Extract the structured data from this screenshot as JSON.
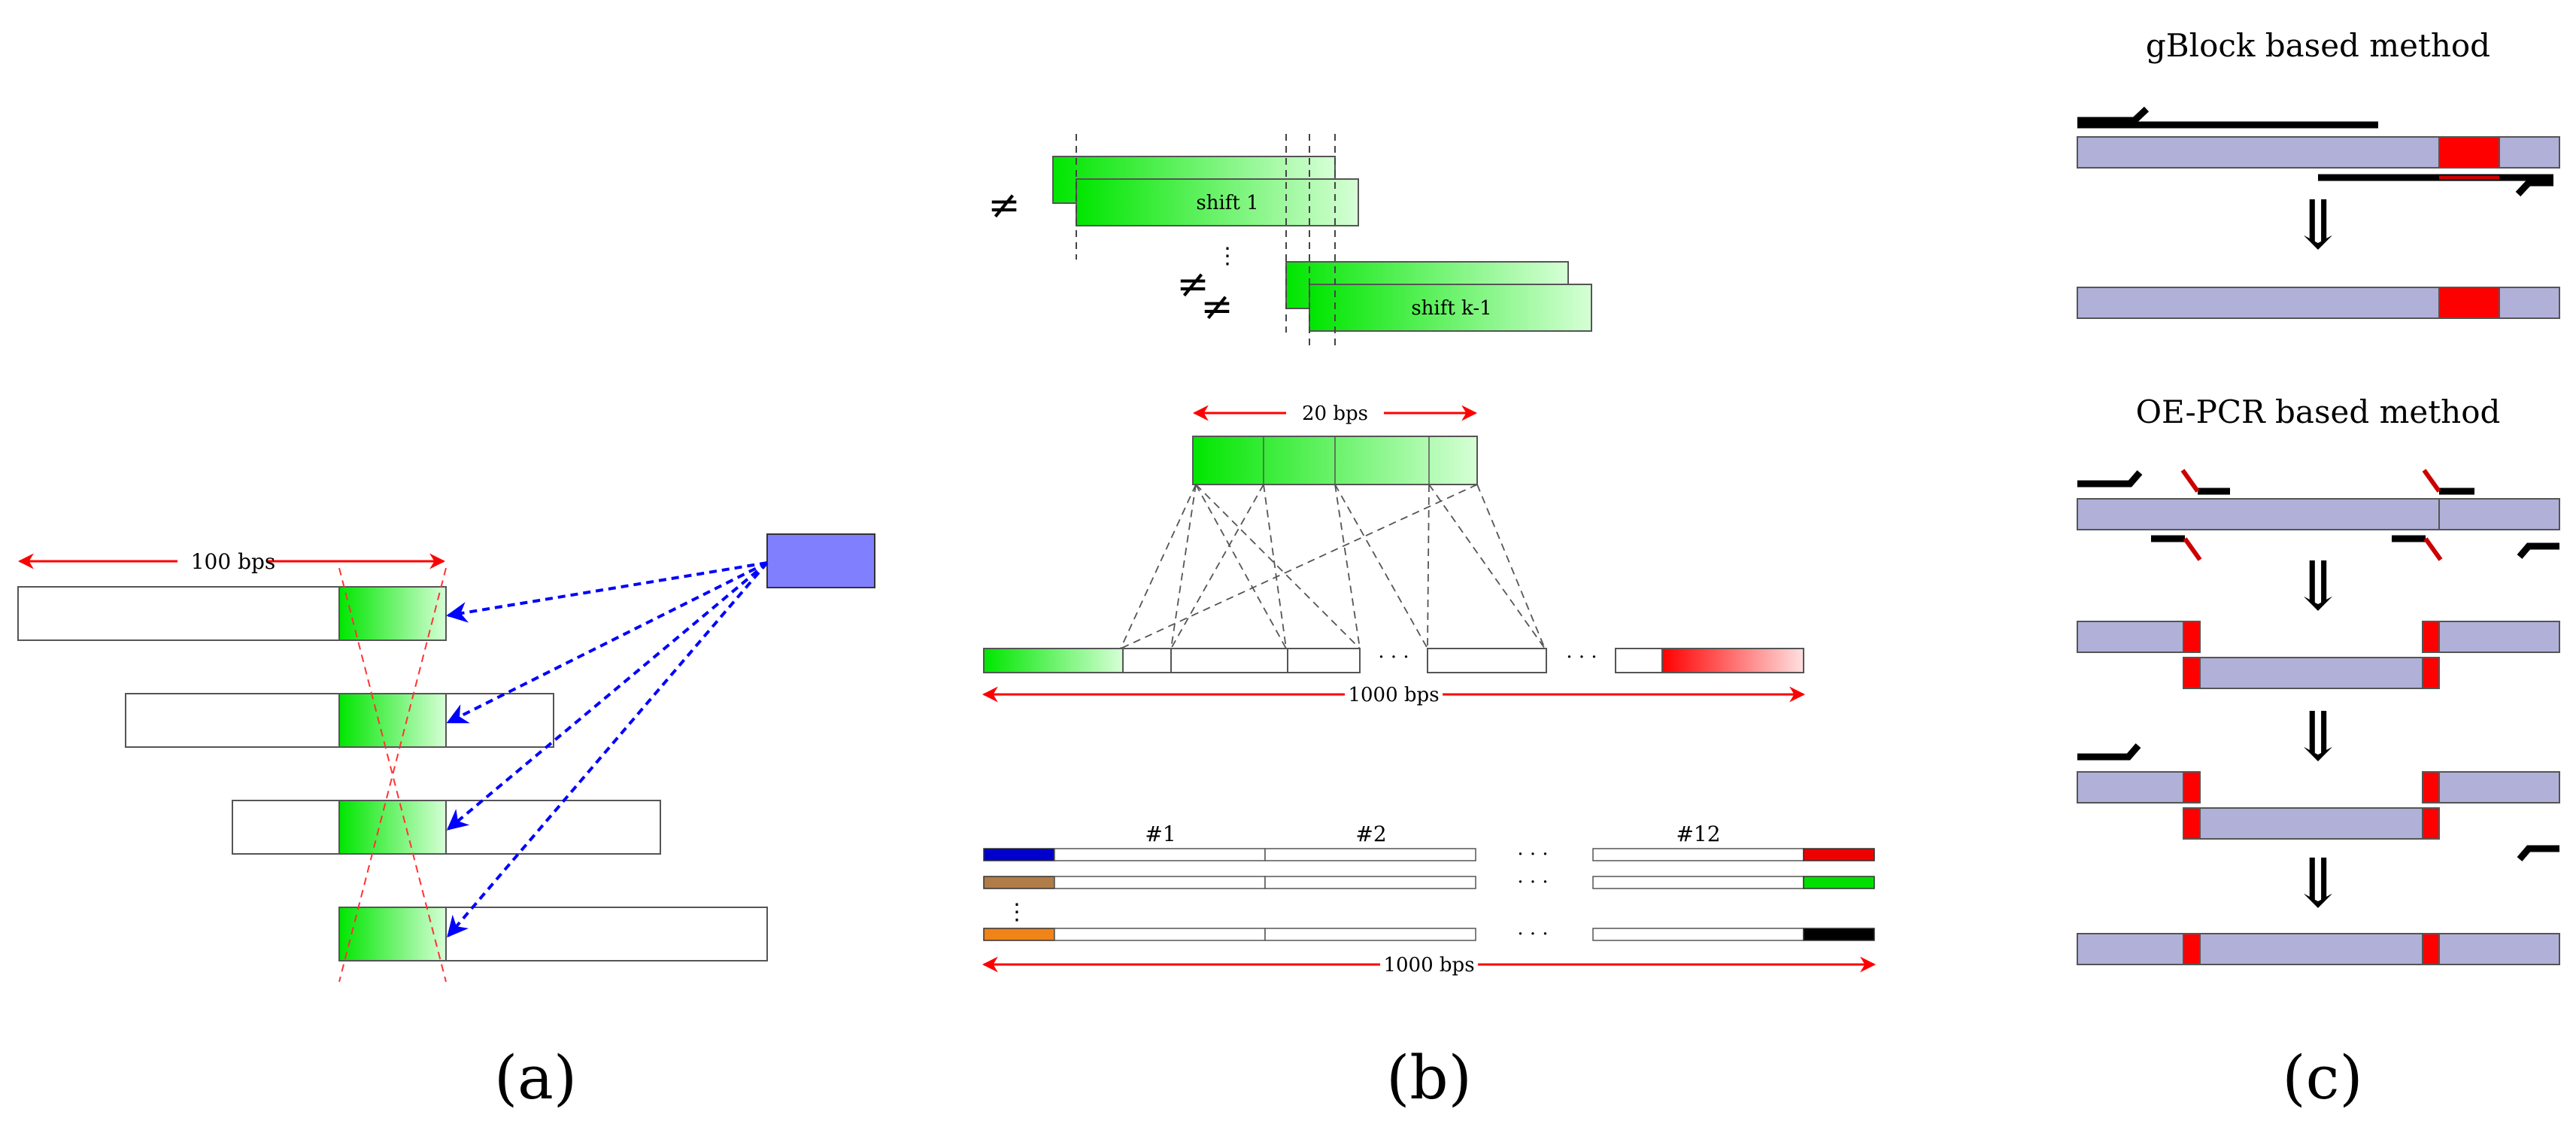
{
  "panel_a": {
    "label": "(a)",
    "length_label": "100 bps"
  },
  "panel_b": {
    "label": "(b)",
    "shift_labels": [
      "shift 1",
      "shift k-1"
    ],
    "neq_symbol": "≠",
    "vertical_ellipsis": "⋮",
    "dots": "· · ·",
    "window_label": "20 bps",
    "length_label": "1000 bps",
    "segment_labels": [
      "#1",
      "#2",
      "#12"
    ]
  },
  "panel_c": {
    "label": "(c)",
    "titles": [
      "gBlock based method",
      "OE-PCR based method"
    ],
    "arrow_symbol": "⇓"
  },
  "colors": {
    "green": "#00e600",
    "red": "#ff0000",
    "blue_dashed": "#0000ff",
    "probe_box": "#8080ff",
    "lavender": "#b0b0d8",
    "barcodes_left": [
      "#0000cc",
      "#b07c48",
      "#f08418"
    ],
    "barcodes_right": [
      "#ee0000",
      "#00e000",
      "#000000"
    ]
  }
}
